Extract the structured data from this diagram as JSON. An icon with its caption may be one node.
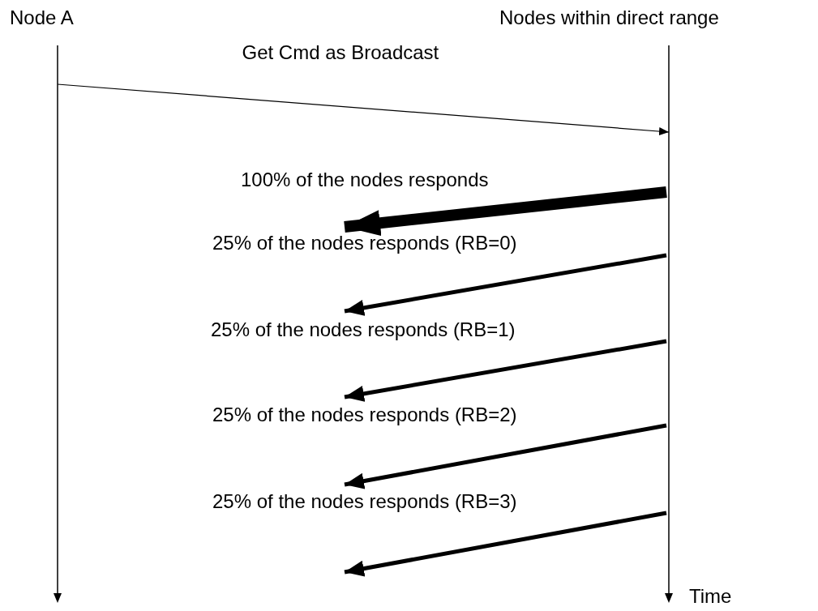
{
  "diagram": {
    "nodes": [
      {
        "text": [
          "Node A"
        ]
      },
      {
        "text": [
          "Nodes within direct range"
        ]
      }
    ],
    "edges": [
      {
        "from": 0,
        "to": 1,
        "arrow": "to",
        "label": "Get Cmd as Broadcast"
      },
      {
        "from": 1,
        "to": null,
        "arrow": "to",
        "label": "100% of the nodes responds",
        "style": "thick"
      },
      {
        "from": 1,
        "to": null,
        "arrow": "to",
        "label": "25% of the nodes responds (RB=0)"
      },
      {
        "from": 1,
        "to": null,
        "arrow": "to",
        "label": "25% of the nodes responds (RB=1)"
      },
      {
        "from": 1,
        "to": null,
        "arrow": "to",
        "label": "25% of the nodes responds (RB=2)"
      },
      {
        "from": 1,
        "to": null,
        "arrow": "to",
        "label": "25% of the nodes responds (RB=3)"
      }
    ],
    "labels": [
      "Time"
    ]
  }
}
